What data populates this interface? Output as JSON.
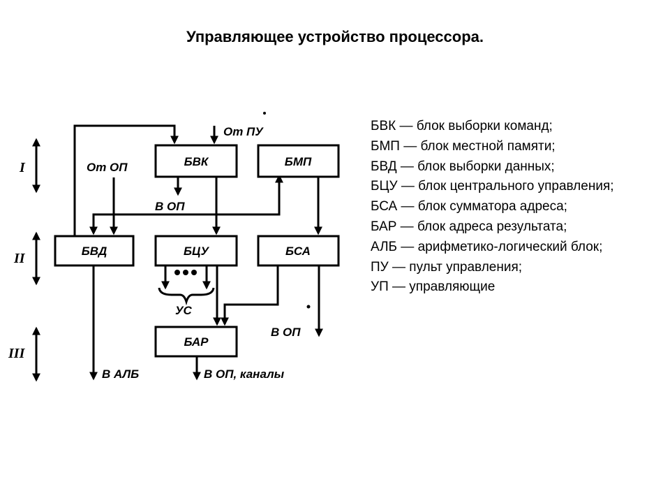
{
  "slide": {
    "title": "Управляющее устройство процессора."
  },
  "diagram": {
    "levels": [
      "I",
      "II",
      "III"
    ],
    "blocks": {
      "bvk": "БВК",
      "bmp": "БМП",
      "bvd": "БВД",
      "bcu": "БЦУ",
      "bsa": "БСА",
      "bar": "БАР"
    },
    "labels": {
      "ot_pu": "От ПУ",
      "ot_op": "От ОП",
      "v_op_upper": "В ОП",
      "us": "УС",
      "v_op_right": "В ОП",
      "v_alb": "В АЛБ",
      "v_op_kanaly": "В ОП, каналы"
    }
  },
  "legend": {
    "items": [
      "БВК — блок выборки команд;",
      "БМП — блок местной памяти;",
      "БВД — блок выборки данных;",
      "БЦУ — блок центрального управления;",
      "БСА — блок сумматора адреса;",
      "БАР — блок адреса результата;",
      "АЛБ — арифметико-логический блок;",
      "ПУ — пульт управления;",
      "УП — управляющие"
    ]
  }
}
